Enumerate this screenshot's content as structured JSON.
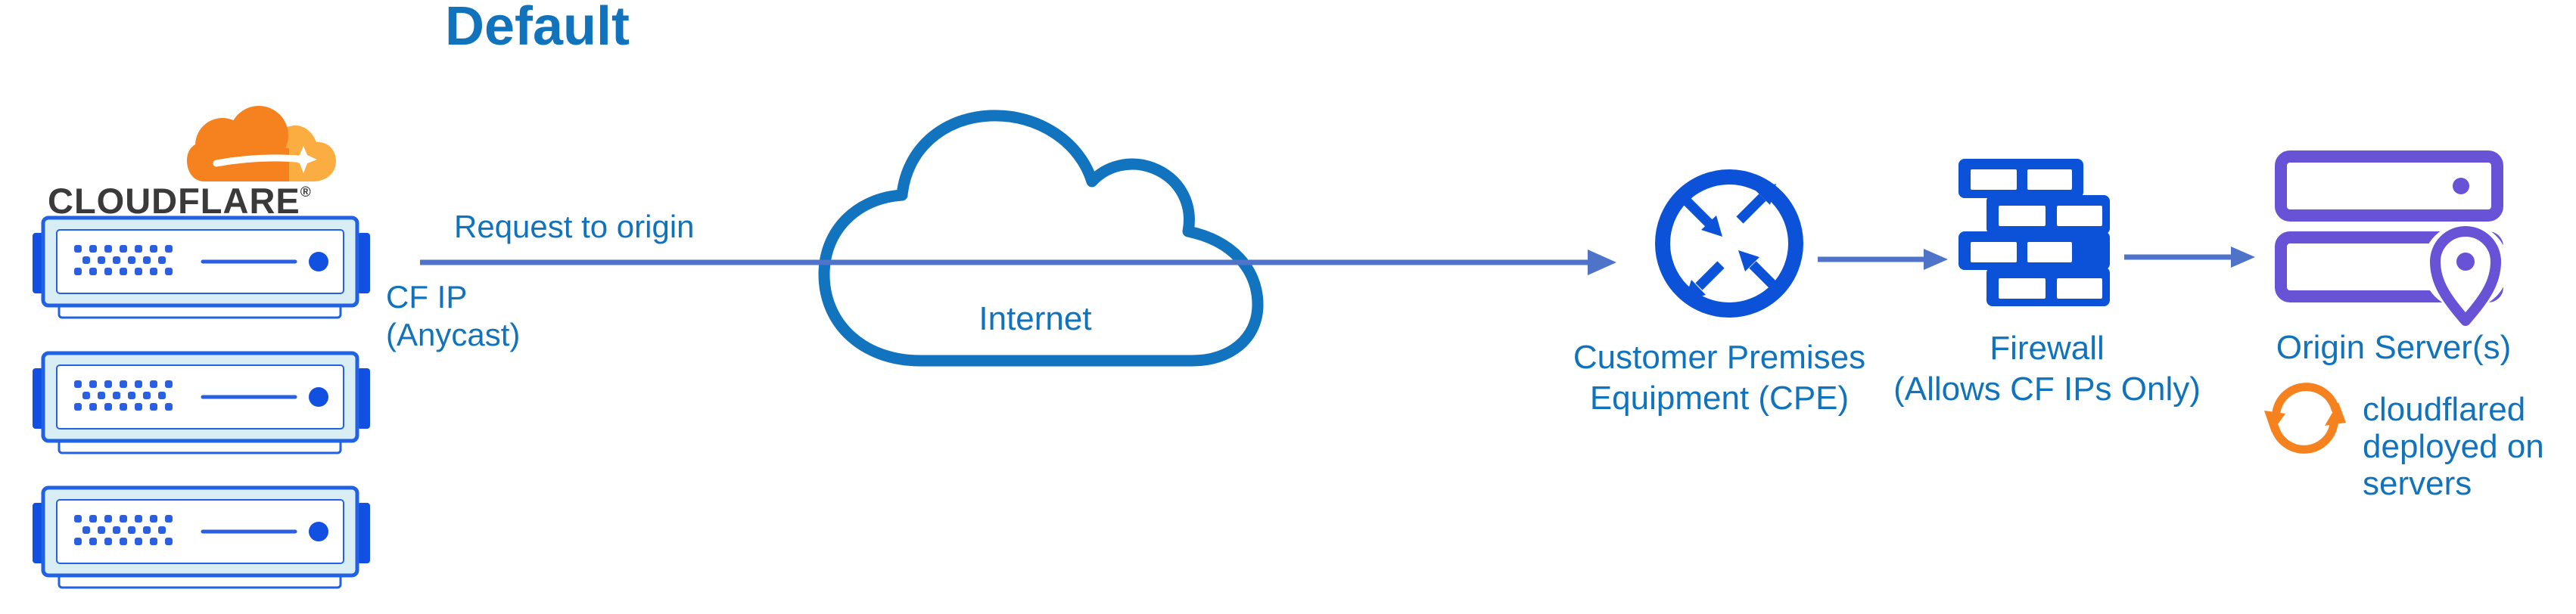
{
  "title": "Default",
  "colors": {
    "label_blue": "#1173BC",
    "icon_blue": "#0C52D8",
    "arrow_slate": "#4E73C8",
    "cloud_stroke": "#1273BE",
    "server_fill": "#D9EDF4",
    "server_border": "#2161E3",
    "server_accent": "#1150E0",
    "server_accent2": "#2A5FE2",
    "purple": "#6852D6",
    "orange": "#F6821F",
    "orange_light": "#FBAD41",
    "wordmark_color": "#3A3A3A"
  },
  "cloudflare": {
    "wordmark": "CLOUDFLARE",
    "registered": "®"
  },
  "flow": {
    "request_label": "Request to origin",
    "cf_ip_line1": "CF IP",
    "cf_ip_line2": "(Anycast)"
  },
  "internet": {
    "label": "Internet"
  },
  "cpe": {
    "label_line1": "Customer Premises",
    "label_line2": "Equipment (CPE)"
  },
  "firewall": {
    "label_line1": "Firewall",
    "label_line2": "(Allows CF IPs Only)"
  },
  "origin": {
    "label": "Origin Server(s)",
    "note_line1": "cloudflared",
    "note_line2": "deployed on",
    "note_line3": "servers"
  }
}
